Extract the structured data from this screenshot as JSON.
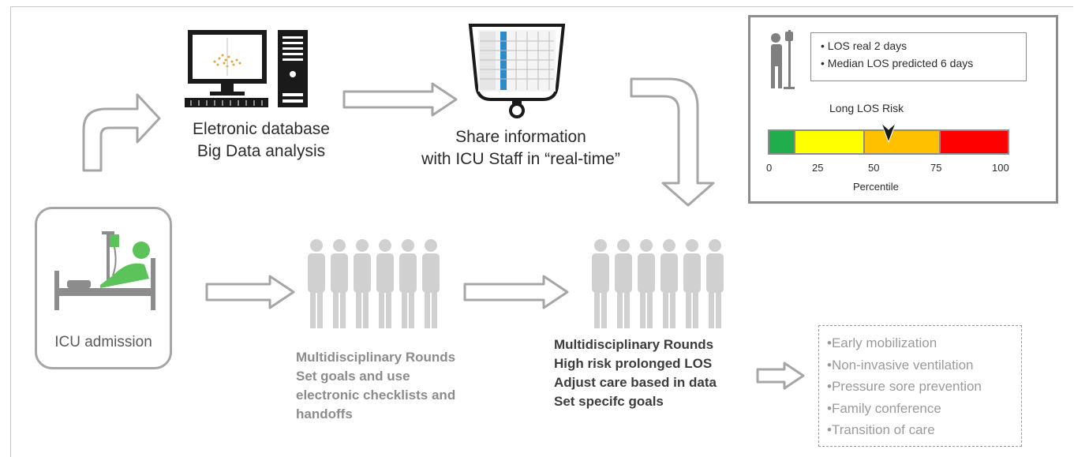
{
  "top_flow": {
    "database_line1": "Eletronic database",
    "database_line2": "Big Data analysis",
    "share_line1": "Share information",
    "share_line2": "with ICU Staff in “real-time”"
  },
  "los_panel": {
    "los_real": "LOS real   2 days",
    "median_los": "Median LOS predicted  6 days",
    "risk_title": "Long LOS Risk",
    "ticks": [
      "0",
      "25",
      "50",
      "75",
      "100"
    ],
    "axis_label": "Percentile",
    "risk_percentile": 50,
    "colors": {
      "green": "#1fae4b",
      "yellow": "#ffff00",
      "orange": "#ffc000",
      "red": "#ff0000"
    }
  },
  "icu": {
    "label": "ICU admission"
  },
  "rounds1": {
    "lines": [
      "Multidisciplinary Rounds",
      "Set goals and use",
      "electronic checklists and",
      "handoffs"
    ]
  },
  "rounds2": {
    "lines": [
      "Multidisciplinary Rounds",
      "High risk prolonged LOS",
      "Adjust care based in data",
      "Set specifc goals"
    ]
  },
  "actions": {
    "items": [
      "•Early mobilization",
      "•Non-invasive ventilation",
      "•Pressure sore prevention",
      "•Family conference",
      "•Transition of care"
    ]
  }
}
